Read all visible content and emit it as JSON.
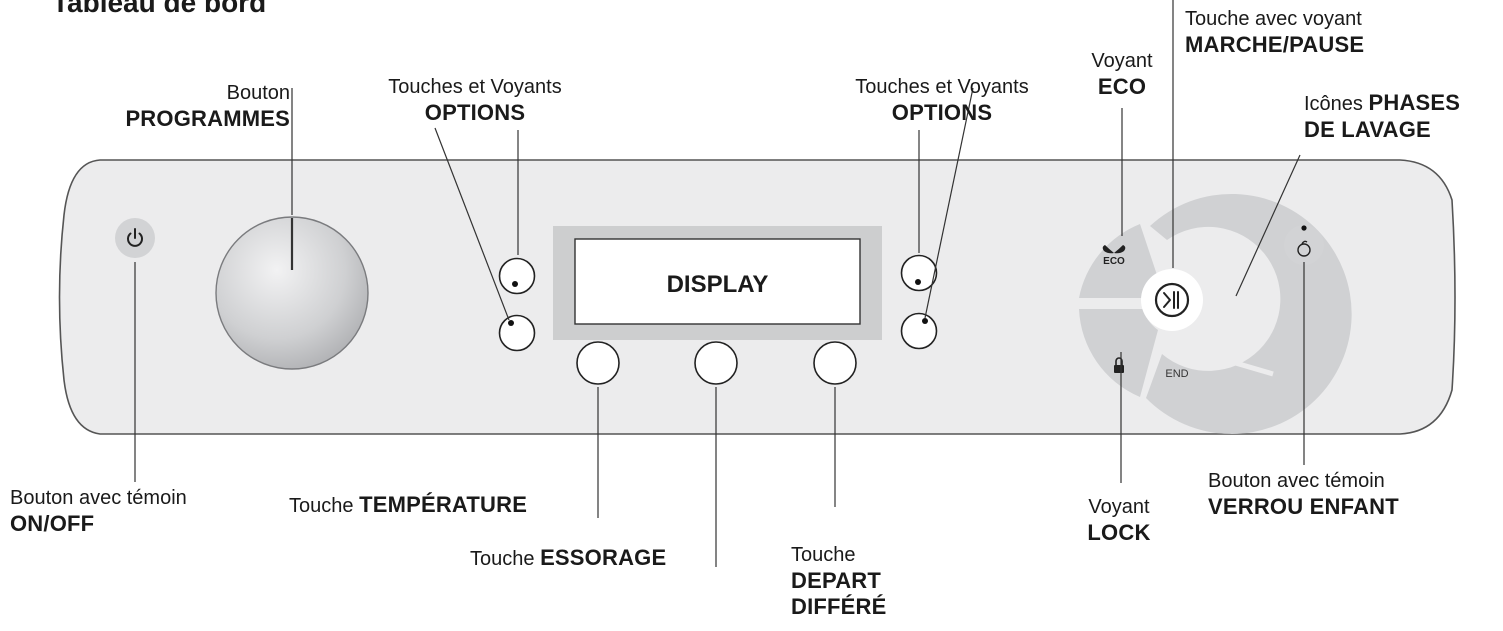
{
  "page_title": "Tableau de bord",
  "display_text": "DISPLAY",
  "eco_icon_text": "ECO",
  "end_text": "END",
  "labels": {
    "programmes": {
      "line1": "Bouton",
      "line2": "PROGRAMMES"
    },
    "options_left": {
      "line1": "Touches et Voyants",
      "line2": "OPTIONS"
    },
    "options_right": {
      "line1": "Touches et Voyants",
      "line2": "OPTIONS"
    },
    "eco": {
      "line1": "Voyant",
      "line2": "ECO"
    },
    "marche": {
      "line1": "Touche avec voyant",
      "line2": "MARCHE/PAUSE"
    },
    "phases": {
      "prefix": "Icônes",
      "line1_bold": "PHASES",
      "line2": "DE LAVAGE"
    },
    "onoff": {
      "line1": "Bouton avec témoin",
      "line2": "ON/OFF"
    },
    "temperature": {
      "prefix": "Touche",
      "bold": "TEMPÉRATURE"
    },
    "essorage": {
      "prefix": "Touche",
      "bold": "ESSORAGE"
    },
    "depart": {
      "line1": "Touche",
      "line2": "DEPART",
      "line3": "DIFFÉRÉ"
    },
    "lock": {
      "line1": "Voyant",
      "line2": "LOCK"
    },
    "verrou": {
      "line1": "Bouton avec témoin",
      "line2": "VERROU ENFANT"
    }
  }
}
